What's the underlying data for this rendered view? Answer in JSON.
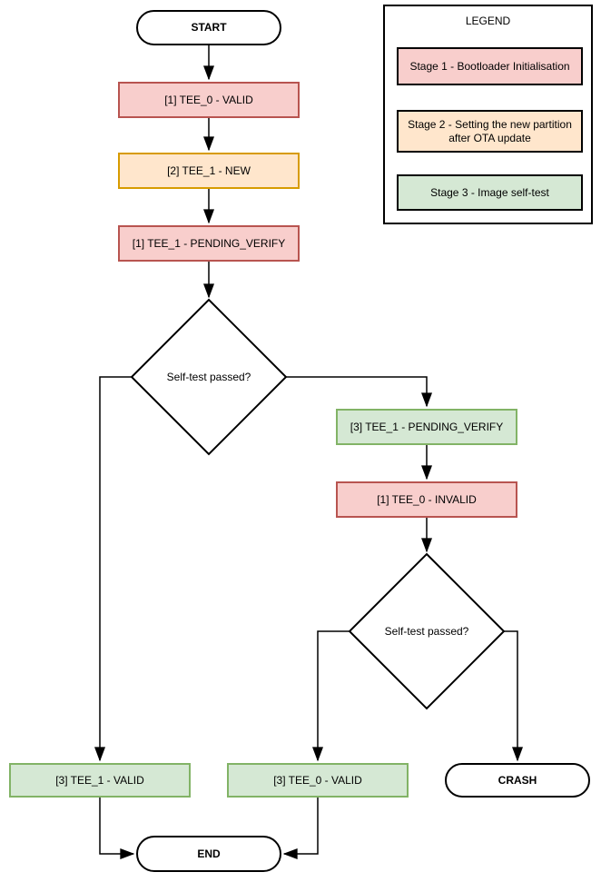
{
  "nodes": {
    "start": {
      "label": "START"
    },
    "tee0_valid_s1": {
      "label": "[1] TEE_0 - VALID"
    },
    "tee1_new_s2": {
      "label": "[2] TEE_1 - NEW"
    },
    "tee1_pending_s1": {
      "label": "[1] TEE_1 - PENDING_VERIFY"
    },
    "decision1": {
      "label": "Self-test passed?"
    },
    "tee1_pending_s3": {
      "label": "[3] TEE_1 - PENDING_VERIFY"
    },
    "tee0_invalid_s1": {
      "label": "[1] TEE_0 - INVALID"
    },
    "decision2": {
      "label": "Self-test passed?"
    },
    "tee1_valid_s3": {
      "label": "[3] TEE_1 - VALID"
    },
    "tee0_valid_s3": {
      "label": "[3] TEE_0 - VALID"
    },
    "crash": {
      "label": "CRASH"
    },
    "end": {
      "label": "END"
    }
  },
  "legend": {
    "title": "LEGEND",
    "items": [
      {
        "label": "Stage 1 - Bootloader Initialisation",
        "fill": "#F8CECC",
        "stroke": "#000000"
      },
      {
        "label": "Stage 2 - Setting the new partition after OTA update",
        "fill": "#FFE6CC",
        "stroke": "#000000"
      },
      {
        "label": "Stage 3 - Image self-test",
        "fill": "#D5E8D4",
        "stroke": "#000000"
      }
    ]
  },
  "colors": {
    "stage1_fill": "#F8CECC",
    "stage1_stroke": "#B85450",
    "stage2_fill": "#FFE6CC",
    "stage2_stroke": "#D79B00",
    "stage3_fill": "#D5E8D4",
    "stage3_stroke": "#82B366",
    "terminal_stroke": "#000000",
    "connector": "#000000",
    "background": "#FFFFFF"
  }
}
